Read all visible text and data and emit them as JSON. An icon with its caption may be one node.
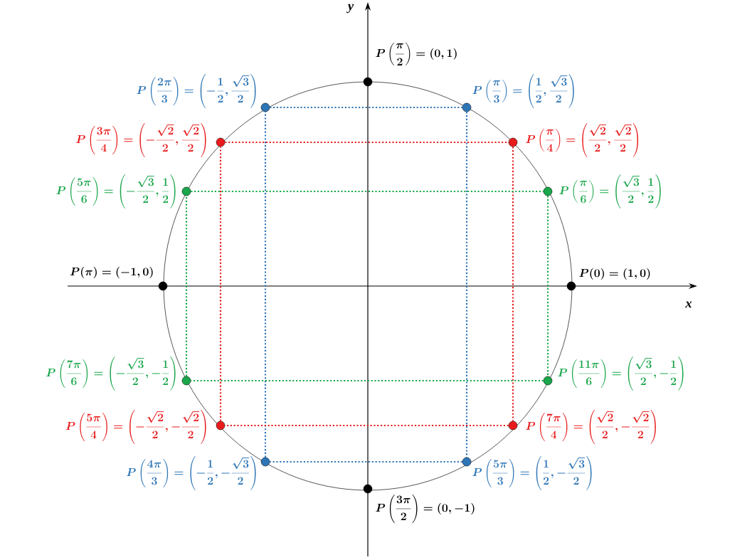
{
  "diagram": {
    "nodes": [
      {
        "text": [],
        "shape": "circle",
        "beside": [
          "P(0)=(1,0)"
        ]
      },
      {
        "text": [],
        "shape": "circle",
        "beside": [
          "P\\left(\\frac{\\pi}{6}\\right)=\\left(\\frac{\\sqrt{3}}{2},\\frac{1}{2}\\right)"
        ]
      },
      {
        "text": [],
        "shape": "circle",
        "beside": [
          "P\\left(\\frac{\\pi}{4}\\right)=\\left(\\frac{\\sqrt{2}}{2},\\frac{\\sqrt{2}}{2}\\right)"
        ]
      },
      {
        "text": [],
        "shape": "circle",
        "beside": [
          "P\\left(\\frac{\\pi}{3}\\right)=\\left(\\frac{1}{2},\\frac{\\sqrt{3}}{2}\\right)"
        ]
      },
      {
        "text": [],
        "shape": "circle",
        "beside": [
          "P\\left(\\frac{\\pi}{2}\\right)=(0,1)"
        ]
      },
      {
        "text": [],
        "shape": "circle",
        "beside": [
          "P\\left(\\frac{2\\pi}{3}\\right)=\\left(-\\frac{1}{2},\\frac{\\sqrt{3}}{2}\\right)"
        ]
      },
      {
        "text": [],
        "shape": "circle",
        "beside": [
          "P\\left(\\frac{3\\pi}{4}\\right)=\\left(-\\frac{\\sqrt{2}}{2},\\frac{\\sqrt{2}}{2}\\right)"
        ]
      },
      {
        "text": [],
        "shape": "circle",
        "beside": [
          "P\\left(\\frac{5\\pi}{6}\\right)=\\left(-\\frac{\\sqrt{3}}{2},\\frac{1}{2}\\right)"
        ]
      },
      {
        "text": [],
        "shape": "circle",
        "beside": [
          "P(\\pi)=(-1,0)"
        ]
      },
      {
        "text": [],
        "shape": "circle",
        "beside": [
          "P\\left(\\frac{7\\pi}{6}\\right)=\\left(-\\frac{\\sqrt{3}}{2},-\\frac{1}{2}\\right)"
        ]
      },
      {
        "text": [],
        "shape": "circle",
        "beside": [
          "P\\left(\\frac{5\\pi}{4}\\right)=\\left(-\\frac{\\sqrt{2}}{2},-\\frac{\\sqrt{2}}{2}\\right)"
        ]
      },
      {
        "text": [],
        "shape": "circle",
        "beside": [
          "P\\left(\\frac{4\\pi}{3}\\right)=\\left(-\\frac{1}{2},-\\frac{\\sqrt{3}}{2}\\right)"
        ]
      },
      {
        "text": [],
        "shape": "circle",
        "beside": [
          "P\\left(\\frac{3\\pi}{2}\\right)=(0,-1)"
        ]
      },
      {
        "text": [],
        "shape": "circle",
        "beside": [
          "P\\left(\\frac{5\\pi}{3}\\right)=\\left(\\frac{1}{2},-\\frac{\\sqrt{3}}{2}\\right)"
        ]
      },
      {
        "text": [],
        "shape": "circle",
        "beside": [
          "P\\left(\\frac{7\\pi}{4}\\right)=\\left(\\frac{\\sqrt{2}}{2},-\\frac{\\sqrt{2}}{2}\\right)"
        ]
      },
      {
        "text": [],
        "shape": "circle",
        "beside": [
          "P\\left(\\frac{11\\pi}{6}\\right)=\\left(\\frac{\\sqrt{3}}{2},-\\frac{1}{2}\\right)"
        ]
      }
    ],
    "edges": [
      {
        "from": 5,
        "to": 3,
        "arrow": "none",
        "color": "#2e75b6"
      },
      {
        "from": 3,
        "to": 13,
        "arrow": "none",
        "color": "#2e75b6"
      },
      {
        "from": 13,
        "to": 11,
        "arrow": "none",
        "color": "#2e75b6"
      },
      {
        "from": 11,
        "to": 5,
        "arrow": "none",
        "color": "#2e75b6"
      },
      {
        "from": 6,
        "to": 2,
        "arrow": "none",
        "color": "#e81c1c"
      },
      {
        "from": 2,
        "to": 14,
        "arrow": "none",
        "color": "#e81c1c"
      },
      {
        "from": 14,
        "to": 10,
        "arrow": "none",
        "color": "#e81c1c"
      },
      {
        "from": 10,
        "to": 6,
        "arrow": "none",
        "color": "#e81c1c"
      },
      {
        "from": 7,
        "to": 1,
        "arrow": "none",
        "color": "#1aa64a"
      },
      {
        "from": 1,
        "to": 15,
        "arrow": "none",
        "color": "#1aa64a"
      },
      {
        "from": 15,
        "to": 9,
        "arrow": "none",
        "color": "#1aa64a"
      },
      {
        "from": 9,
        "to": 7,
        "arrow": "none",
        "color": "#1aa64a"
      }
    ],
    "labels": [
      "y",
      "x"
    ]
  }
}
